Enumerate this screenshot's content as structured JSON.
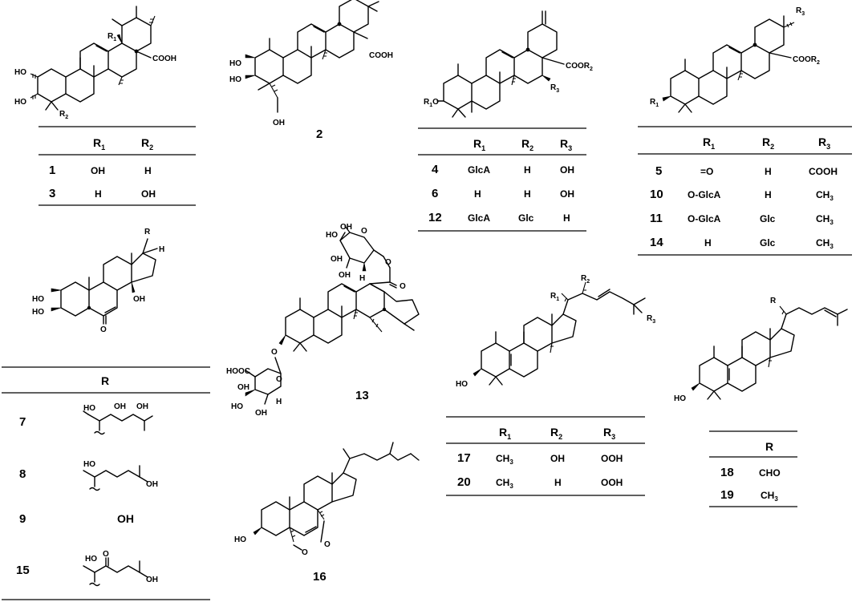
{
  "compounds": {
    "c1_3": {
      "numbers": [
        "1",
        "3"
      ],
      "labels": {
        "r1": "R",
        "r2": "R",
        "cooh": "COOH",
        "ho_a": "HO",
        "ho_b": "HO"
      },
      "table": {
        "headers": [
          "R",
          "R"
        ],
        "header_subs": [
          "1",
          "2"
        ],
        "rows": [
          [
            "1",
            "OH",
            "H"
          ],
          [
            "3",
            "H",
            "OH"
          ]
        ]
      }
    },
    "c2": {
      "number": "2",
      "labels": {
        "cooh": "COOH",
        "ho_a": "HO",
        "ho_b": "HO",
        "oh": "OH"
      }
    },
    "c4_6_12": {
      "labels": {
        "coor": "COOR",
        "r3": "R",
        "r1o": "R",
        "o": "O"
      },
      "table": {
        "headers": [
          "R",
          "R",
          "R"
        ],
        "header_subs": [
          "1",
          "2",
          "3"
        ],
        "rows": [
          [
            "4",
            "GlcA",
            "H",
            "OH"
          ],
          [
            "6",
            "H",
            "H",
            "OH"
          ],
          [
            "12",
            "GlcA",
            "Glc",
            "H"
          ]
        ]
      }
    },
    "c5_10_11_14": {
      "labels": {
        "r3": "R",
        "coor": "COOR",
        "r1": "R"
      },
      "table": {
        "headers": [
          "R",
          "R",
          "R"
        ],
        "header_subs": [
          "1",
          "2",
          "3"
        ],
        "rows": [
          [
            "5",
            "=O",
            "H",
            "COOH"
          ],
          [
            "10",
            "O-GlcA",
            "H",
            "CH"
          ],
          [
            "11",
            "O-GlcA",
            "Glc",
            "CH"
          ],
          [
            "14",
            "H",
            "Glc",
            "CH"
          ]
        ],
        "subscripts": [
          "",
          "3",
          "3",
          "3"
        ]
      }
    },
    "c7_8_9_15": {
      "labels": {
        "r": "R",
        "h": "H",
        "ho_a": "HO",
        "ho_b": "HO",
        "oh": "OH",
        "o": "O"
      },
      "table": {
        "header": "R",
        "rows": [
          {
            "num": "7",
            "r_text": "",
            "labels": [
              "HO",
              "OH",
              "OH"
            ]
          },
          {
            "num": "8",
            "r_text": "",
            "labels": [
              "HO",
              "OH"
            ]
          },
          {
            "num": "9",
            "r_text": "OH",
            "labels": []
          },
          {
            "num": "15",
            "r_text": "",
            "labels": [
              "HO",
              "O",
              "OH"
            ]
          }
        ]
      }
    },
    "c13": {
      "number": "13",
      "labels": {
        "o_top": "O",
        "oh1": "OH",
        "oh2": "OH",
        "oh3": "OH",
        "ho1": "HO",
        "h1": "H",
        "o_ring": "O",
        "o_ester": "O",
        "o_link": "O",
        "hooc": "HOOC",
        "o_ring2": "O",
        "oh4": "OH",
        "oh5": "OH",
        "ho2": "HO",
        "h2": "H"
      }
    },
    "c16": {
      "number": "16",
      "labels": {
        "ho": "HO",
        "o1": "O",
        "o2": "O"
      }
    },
    "c17_20": {
      "labels": {
        "r1": "R",
        "r2": "R",
        "r3": "R",
        "ho": "HO"
      },
      "table": {
        "headers": [
          "R",
          "R",
          "R"
        ],
        "header_subs": [
          "1",
          "2",
          "3"
        ],
        "rows": [
          [
            "17",
            "CH",
            "OH",
            "OOH"
          ],
          [
            "20",
            "CH",
            "H",
            "OOH"
          ]
        ],
        "subscripts": [
          "3",
          "3"
        ]
      }
    },
    "c18_19": {
      "labels": {
        "r": "R",
        "ho": "HO"
      },
      "table": {
        "header": "R",
        "rows": [
          [
            "18",
            "CHO"
          ],
          [
            "19",
            "CH"
          ]
        ],
        "subscripts": [
          "",
          "3"
        ]
      }
    }
  }
}
